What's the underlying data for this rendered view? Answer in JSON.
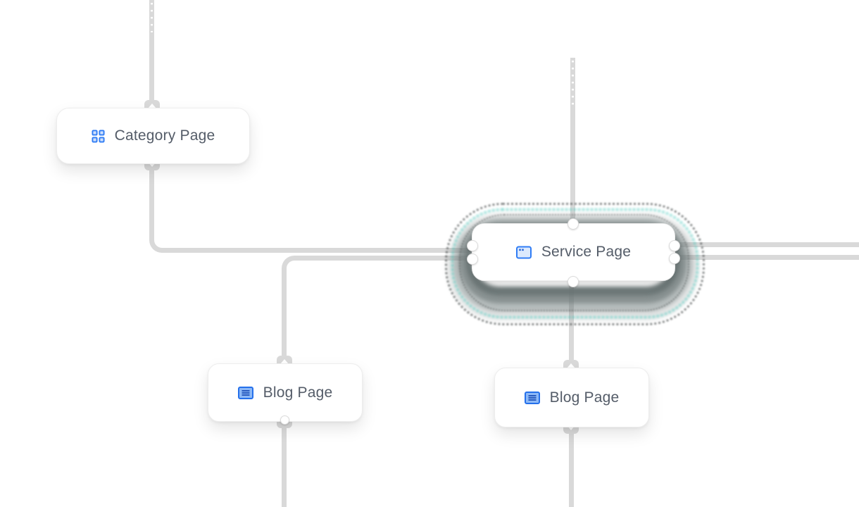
{
  "canvas": {
    "background": "#ffffff",
    "line_color": "#d9d9d9",
    "accent_blue": "#2f7cf5",
    "selection_teal": "#3ac3b4",
    "label_color": "#545c68"
  },
  "nodes": [
    {
      "id": "category",
      "label": "Category Page",
      "icon": "grid-icon",
      "selected": false
    },
    {
      "id": "service",
      "label": "Service Page",
      "icon": "browser-icon",
      "selected": true
    },
    {
      "id": "blog-left",
      "label": "Blog Page",
      "icon": "article-icon",
      "selected": false
    },
    {
      "id": "blog-right",
      "label": "Blog Page",
      "icon": "article-icon",
      "selected": false
    }
  ],
  "edges": [
    {
      "from": "top-edge",
      "to": "category"
    },
    {
      "from": "category",
      "to": "service-left"
    },
    {
      "from": "top-edge",
      "to": "service"
    },
    {
      "from": "service-left",
      "to": "blog-left"
    },
    {
      "from": "service",
      "to": "blog-right"
    },
    {
      "from": "service-right",
      "to": "right-edge"
    },
    {
      "from": "service-right",
      "to": "right-edge"
    },
    {
      "from": "blog-left",
      "to": "bottom-edge"
    },
    {
      "from": "blog-right",
      "to": "bottom-edge"
    }
  ]
}
